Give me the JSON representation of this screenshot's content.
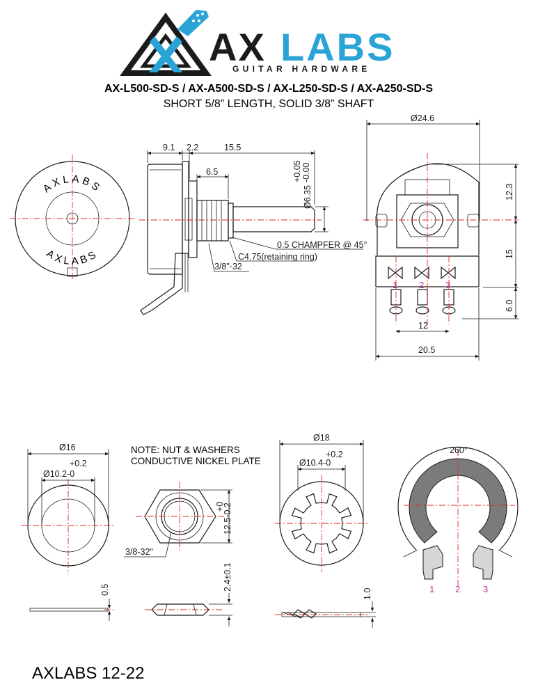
{
  "brand": {
    "name_dark": "AX",
    "name_light": "LABS",
    "tagline": "GUITAR HARDWARE",
    "colors": {
      "dark": "#1b1b1b",
      "blue": "#2aa3d6"
    }
  },
  "header": {
    "models": "AX-L500-SD-S / AX-A500-SD-S / AX-L250-SD-S / AX-A250-SD-S",
    "subtitle": "SHORT 5/8” LENGTH, SOLID 3/8” SHAFT"
  },
  "pot_front": {
    "ring_top": "AXLABS",
    "ring_bottom": "AXLABS"
  },
  "pot_side": {
    "dims": {
      "d1": "9.1",
      "d2": "2.2",
      "d3": "15.5",
      "d4": "6.5",
      "shaft_dia": "Ø6.35",
      "tol_plus": "+0.05",
      "tol_minus": "-0.00"
    },
    "notes": {
      "chamfer": "0.5 CHAMPFER @ 45°",
      "ring": "C4.75(retaining ring)",
      "thread": "3/8\"-32"
    }
  },
  "pot_back": {
    "dims": {
      "dia": "Ø24.6",
      "h1": "12.3",
      "h2": "15",
      "h3": "6.0",
      "pitch": "12",
      "width": "20.5"
    },
    "pins": [
      "1",
      "2",
      "3"
    ]
  },
  "washer": {
    "outer": "Ø16",
    "inner": "Ø10.2-0",
    "inner_tol": "+0.2",
    "thickness": "0.5"
  },
  "nut": {
    "note1": "NOTE: NUT & WASHERS",
    "note2": "CONDUCTIVE NICKEL PLATE",
    "af": "12.5-0.2",
    "af_tol": "+0",
    "thread": "3/8-32\"",
    "thickness": "2.4±0.1"
  },
  "lock_washer": {
    "outer": "Ø18",
    "inner": "Ø10.4-0",
    "inner_tol": "+0.2",
    "thickness": "1.0"
  },
  "track": {
    "angle": "260°",
    "pins": [
      "1",
      "2",
      "3"
    ]
  },
  "footer": {
    "code": "AXLABS 12-22"
  }
}
